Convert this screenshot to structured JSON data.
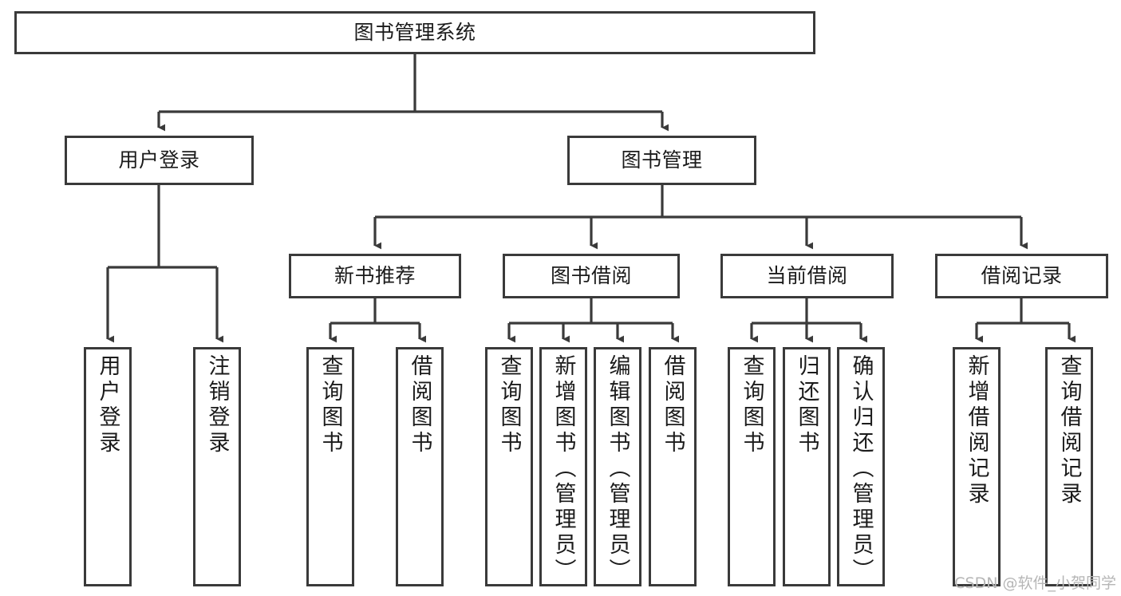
{
  "diagram": {
    "title": "图书管理系统",
    "type": "tree-hierarchy-chart",
    "root": {
      "id": "root",
      "label": "图书管理系统"
    },
    "level2": [
      {
        "id": "user-login",
        "label": "用户登录"
      },
      {
        "id": "book-manage",
        "label": "图书管理"
      }
    ],
    "level3": [
      {
        "id": "new-book-recommend",
        "label": "新书推荐"
      },
      {
        "id": "book-borrow",
        "label": "图书借阅"
      },
      {
        "id": "current-borrow",
        "label": "当前借阅"
      },
      {
        "id": "borrow-record",
        "label": "借阅记录"
      }
    ],
    "leaves": {
      "user_login": [
        {
          "id": "leaf-user-login",
          "label": "用户登录"
        },
        {
          "id": "leaf-logout",
          "label": "注销登录"
        }
      ],
      "new_book_recommend": [
        {
          "id": "leaf-query-book-1",
          "label": "查询图书"
        },
        {
          "id": "leaf-borrow-book-1",
          "label": "借阅图书"
        }
      ],
      "book_borrow": [
        {
          "id": "leaf-query-book-2",
          "label": "查询图书"
        },
        {
          "id": "leaf-add-book",
          "label": "新增图书（管理员）"
        },
        {
          "id": "leaf-edit-book",
          "label": "编辑图书（管理员）"
        },
        {
          "id": "leaf-borrow-book-2",
          "label": "借阅图书"
        }
      ],
      "current_borrow": [
        {
          "id": "leaf-query-book-3",
          "label": "查询图书"
        },
        {
          "id": "leaf-return-book",
          "label": "归还图书"
        },
        {
          "id": "leaf-confirm-return",
          "label": "确认归还（管理员）"
        }
      ],
      "borrow_record": [
        {
          "id": "leaf-add-record",
          "label": "新增借阅记录"
        },
        {
          "id": "leaf-query-record",
          "label": "查询借阅记录"
        }
      ]
    }
  },
  "watermark": {
    "text": "CSDN @软件_小贺同学"
  },
  "colors": {
    "stroke": "#3a3a3a",
    "fill": "#ffffff",
    "text": "#1b1b1b",
    "watermark": "#b6b6b6"
  }
}
